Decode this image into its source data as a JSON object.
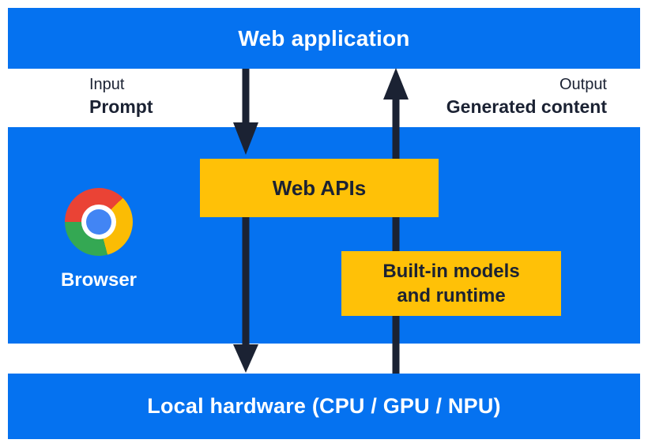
{
  "colors": {
    "band_blue": "#0572F0",
    "component_yellow": "#FFC107",
    "arrow_dark_navy": "#1B2233",
    "label_white": "#FFFFFF",
    "chrome_red": "#EA4335",
    "chrome_yellow": "#FBBC04",
    "chrome_green": "#34A853",
    "chrome_blue": "#4285F4"
  },
  "layers": {
    "web_application": "Web application",
    "local_hardware": "Local hardware (CPU / GPU / NPU)"
  },
  "flow": {
    "input_label": "Input",
    "input_value": "Prompt",
    "output_label": "Output",
    "output_value": "Generated content"
  },
  "browser": {
    "label": "Browser",
    "icon": "chrome-logo"
  },
  "components": {
    "web_apis": {
      "label": "Web APIs"
    },
    "builtin": {
      "line1": "Built-in models",
      "line2": "and runtime"
    }
  }
}
